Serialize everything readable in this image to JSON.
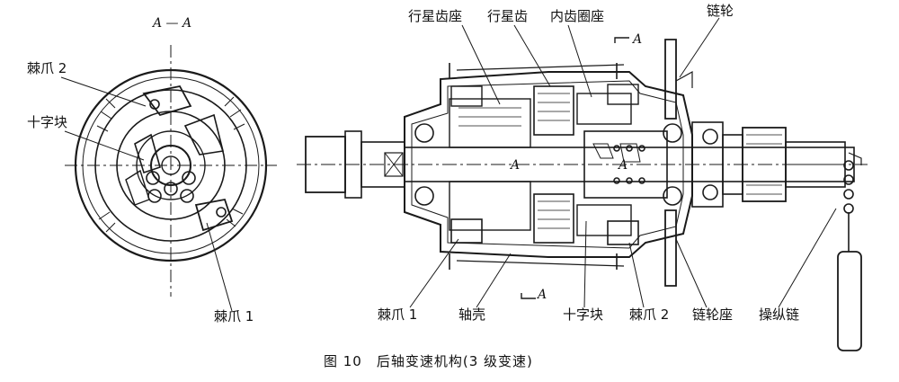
{
  "section_view": {
    "title": "A — A",
    "labels": {
      "pawl2": "棘爪 2",
      "cross_block": "十字块",
      "pawl1": "棘爪 1"
    }
  },
  "main_view": {
    "section_marks": {
      "top_a": "A",
      "bottom_a": "A",
      "inner_a1": "A",
      "inner_a2": "A"
    },
    "labels": {
      "planet_carrier": "行星齿座",
      "planet_gear": "行星齿",
      "ring_gear_seat": "内齿圈座",
      "sprocket": "链轮",
      "pawl1": "棘爪 1",
      "hub_shell": "轴壳",
      "cross_block": "十字块",
      "pawl2": "棘爪 2",
      "sprocket_seat": "链轮座",
      "control_chain": "操纵链"
    }
  },
  "caption": "图 10　后轴变速机构(3 级变速)"
}
